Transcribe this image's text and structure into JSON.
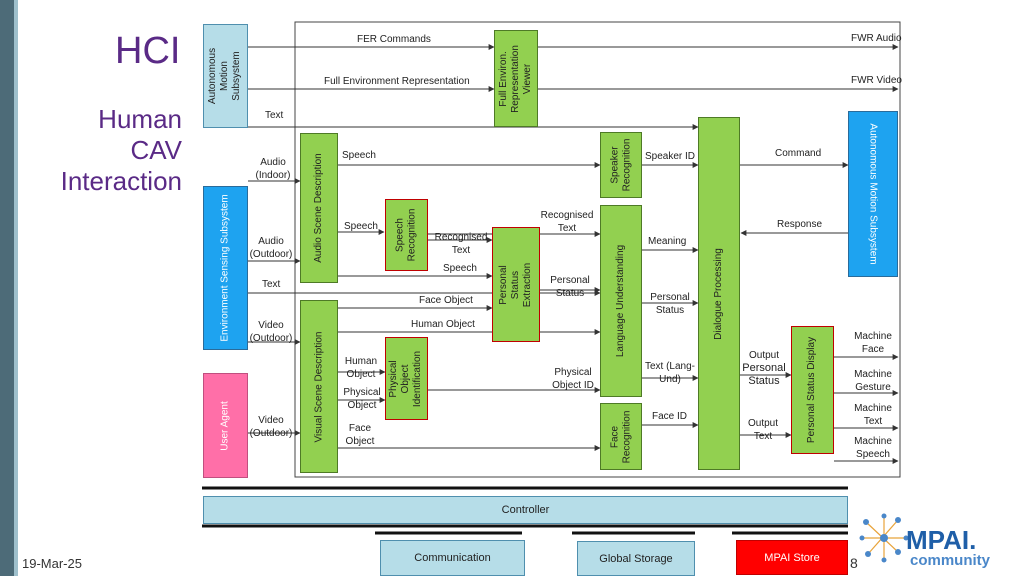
{
  "slide": {
    "title": "HCI",
    "subtitle": [
      "Human",
      "CAV",
      "Interaction"
    ],
    "date": "19-Mar-25",
    "page_number": "8",
    "logo": {
      "name": "MPAI.",
      "sub": "community"
    }
  },
  "blocks": {
    "autonomous_motion_left": "Autonomous Motion Subsystem",
    "environment_sensing": "Environment Sensing Subsystem",
    "user_agent": "User Agent",
    "audio_scene": "Audio Scene Description",
    "visual_scene": "Visual Scene Description",
    "speech_recognition": "Speech Recognition",
    "physical_object_id": "Physical Object Identification",
    "personal_status_extraction": "Personal Status Extraction",
    "full_environ_viewer": "Full Environ. Representation Viewer",
    "speaker_recognition": "Speaker Recognition",
    "language_understanding": "Language Understanding",
    "face_recognition": "Face Recognition",
    "dialogue_processing": "Dialogue Processing",
    "personal_status_display": "Personal Status Display",
    "autonomous_motion_right": "Autonomous Motion Subsystem",
    "controller": "Controller",
    "communication": "Communication",
    "global_storage": "Global Storage",
    "mpai_store": "MPAI Store"
  },
  "labels": {
    "fer_commands": "FER Commands",
    "full_env_rep": "Full Environment Representation",
    "fwr_audio": "FWR  Audio",
    "fwr_video": "FWR  Video",
    "text_top": "Text",
    "audio_indoor": [
      "Audio",
      "(Indoor)"
    ],
    "speech_1": "Speech",
    "speaker_id": "Speaker ID",
    "command": "Command",
    "speech_2": "Speech",
    "recognised_text_1": [
      "Recognised",
      "Text"
    ],
    "recognised_text_2": [
      "Recognised",
      "Text"
    ],
    "response": "Response",
    "audio_outdoor": [
      "Audio",
      "(Outdoor)"
    ],
    "meaning": "Meaning",
    "speech_3": "Speech",
    "personal_status_1": [
      "Personal",
      "Status"
    ],
    "text_mid": "Text",
    "face_object_1": "Face Object",
    "personal_status_2": [
      "Personal",
      "Status"
    ],
    "video_outdoor_1": [
      "Video",
      "(Outdoor)"
    ],
    "human_object_1": "Human Object",
    "machine_face": [
      "Machine",
      "Face"
    ],
    "human_object_2": [
      "Human",
      "Object"
    ],
    "output_personal_status": [
      "Output",
      "Personal",
      "Status"
    ],
    "text_lang_und": [
      "Text (Lang-",
      "Und)"
    ],
    "physical_object_1": [
      "Physical",
      "Object"
    ],
    "physical_object_id": [
      "Physical",
      "Object ID"
    ],
    "machine_gesture": [
      "Machine",
      "Gesture"
    ],
    "video_outdoor_2": [
      "Video",
      "(Outdoor)"
    ],
    "face_id": "Face ID",
    "output_text": [
      "Output",
      "Text"
    ],
    "machine_text": [
      "Machine",
      "Text"
    ],
    "face_object_2": [
      "Face",
      "Object"
    ],
    "machine_speech": [
      "Machine",
      "Speech"
    ]
  }
}
